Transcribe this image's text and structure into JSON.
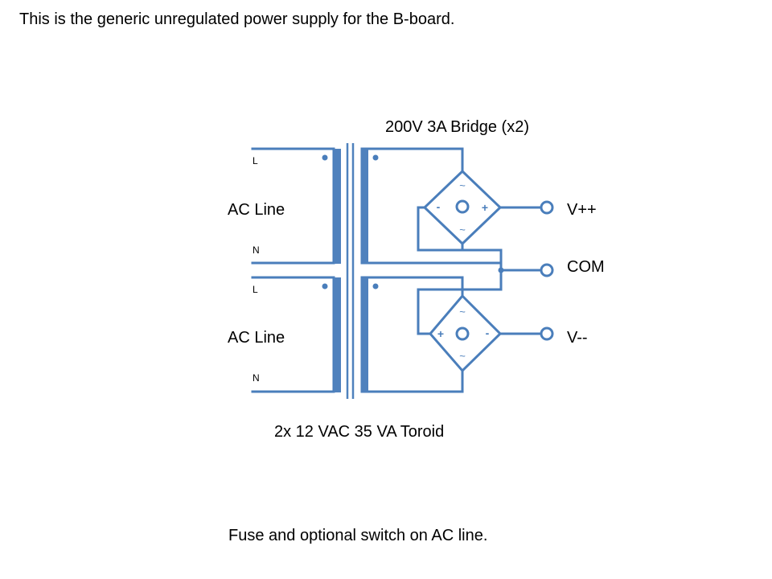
{
  "intro_text": "This is the generic unregulated power supply for the B-board.",
  "footer_text": "Fuse and optional switch on AC line.",
  "diagram": {
    "bridge_label": "200V 3A Bridge (x2)",
    "transformer_label": "2x 12 VAC 35 VA Toroid",
    "primaries": [
      {
        "label": "AC Line",
        "line_terminal": "L",
        "neutral_terminal": "N"
      },
      {
        "label": "AC Line",
        "line_terminal": "L",
        "neutral_terminal": "N"
      }
    ],
    "outputs": {
      "positive": "V++",
      "common": "COM",
      "negative": "V--"
    },
    "bridge_symbols": {
      "ac": "~",
      "plus": "+",
      "minus": "-"
    },
    "colors": {
      "wire": "#4a7ebb",
      "core": "#4f81bd",
      "text": "#000000"
    }
  }
}
